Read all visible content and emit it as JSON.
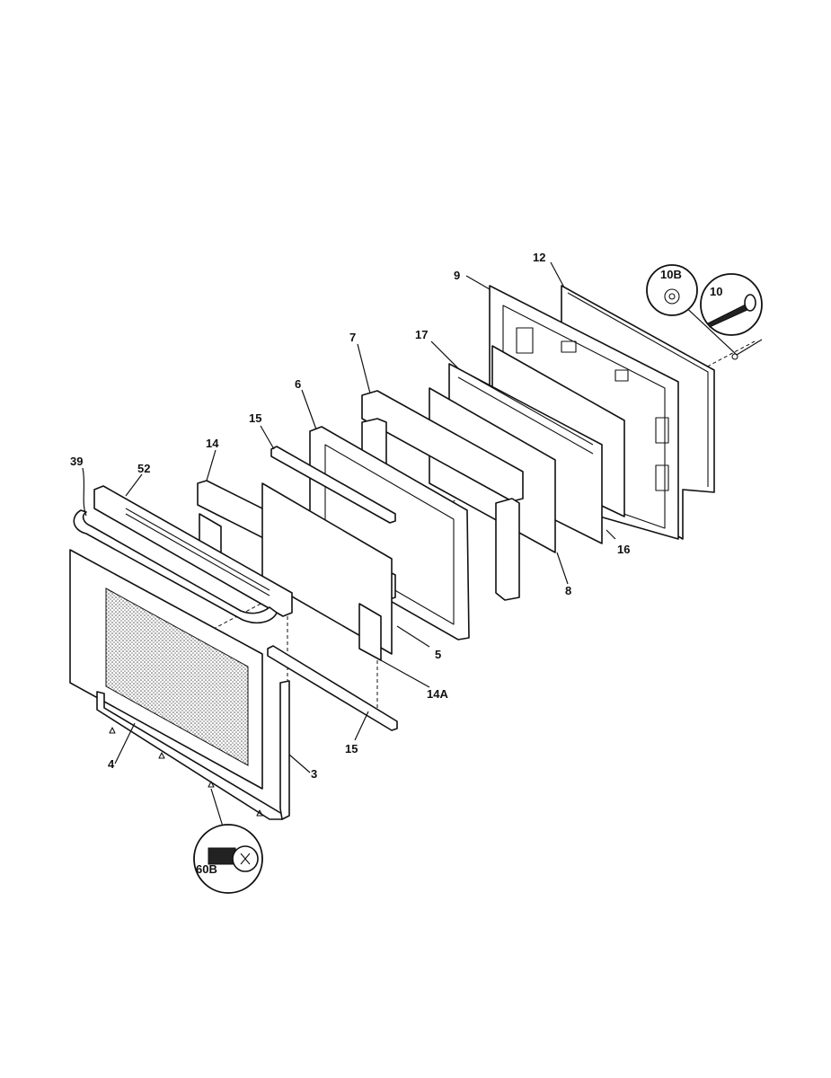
{
  "callouts": {
    "p9": "9",
    "p12": "12",
    "p10B": "10B",
    "p10": "10",
    "p7": "7",
    "p17": "17",
    "p6": "6",
    "p15_top": "15",
    "p14": "14",
    "p39": "39",
    "p52": "52",
    "p16": "16",
    "p8": "8",
    "p5": "5",
    "p14A": "14A",
    "p15_bottom": "15",
    "p4": "4",
    "p3": "3",
    "p60B": "60B"
  }
}
